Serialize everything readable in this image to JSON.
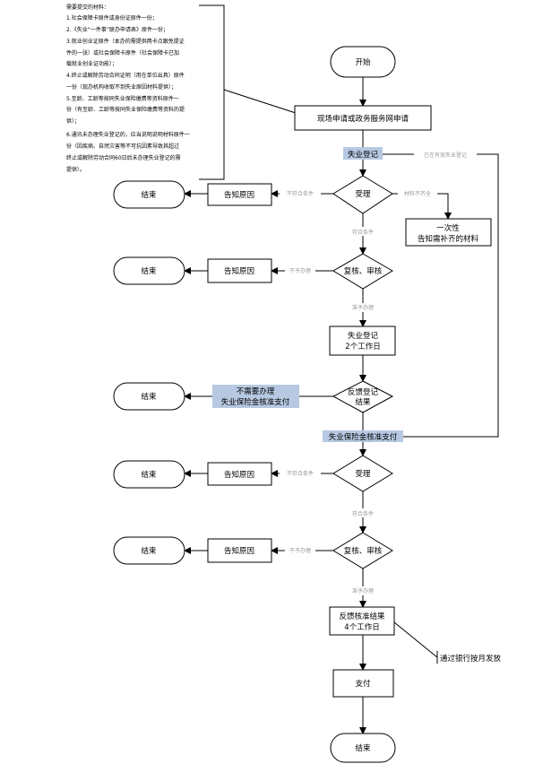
{
  "nodes": {
    "start": "开始",
    "apply": "现场申请或政务服务网申请",
    "unemp_reg": "失业登记",
    "accept1": "受理",
    "end1": "结束",
    "notify1": "告知原因",
    "once_notify": [
      "一次性",
      "告知需补齐的材料"
    ],
    "review1": "复核、审核",
    "end2": "结束",
    "notify2": "告知原因",
    "reg_days": [
      "失业登记",
      "2个工作日"
    ],
    "feedback_reg": [
      "反馈登记",
      "结果"
    ],
    "end3": "结束",
    "no_need": [
      "不需要办理",
      "失业保险金核准支付"
    ],
    "insurance": "失业保险金核准支付",
    "accept2": "受理",
    "end4": "结束",
    "notify4": "告知原因",
    "review2": "复核、审核",
    "end5": "结束",
    "notify5": "告知原因",
    "feedback_approve": [
      "反馈核准结果",
      "4个工作日"
    ],
    "bank_note": "通过银行按月发放",
    "pay": "支付",
    "end_final": "结束"
  },
  "edge_labels": {
    "has_valid": "已在有效失业登记",
    "not_meet1": "不符合条件",
    "materials_incomplete": "材料不齐全",
    "meet1": "符合条件",
    "not_approve1": "不予办理",
    "approve1": "准予办理",
    "not_meet2": "不符合条件",
    "meet2": "符合条件",
    "not_approve2": "不予办理",
    "approve2": "准予办理"
  },
  "materials_note": {
    "lines": [
      "需要提交的材料：",
      "1.社会保障卡原件或身份证原件一份；",
      "2.《失业“一件事”联办申请表》原件一份；",
      "3.就业创业证原件（本办的需提供两卡点跟免提证",
      "件的一张）或社会保障卡原件（社会保障卡已加",
      "载就业创业证功能）；",
      "4.终止或解除劳动合同证明（用在单位出具）原件",
      "一份（现办机构收取不到失业原因材料提供）；",
      "5.至龄、工龄等按同失业保险缴费等资料原件一",
      "份（有至龄、工龄等按同失业保险缴费等资料的提",
      "供）；",
      "6.通讯未办理失业登记的，应当说明说明材料原件一",
      "份（因疾病、自然灾害等不可抗因素导致其超过",
      "终止或解除劳动合同60日后未办理失业登记的需",
      "提供）。"
    ]
  },
  "colors": {
    "highlight": "#b7c9e2",
    "edge_label": "#999999",
    "stroke": "#000000"
  }
}
